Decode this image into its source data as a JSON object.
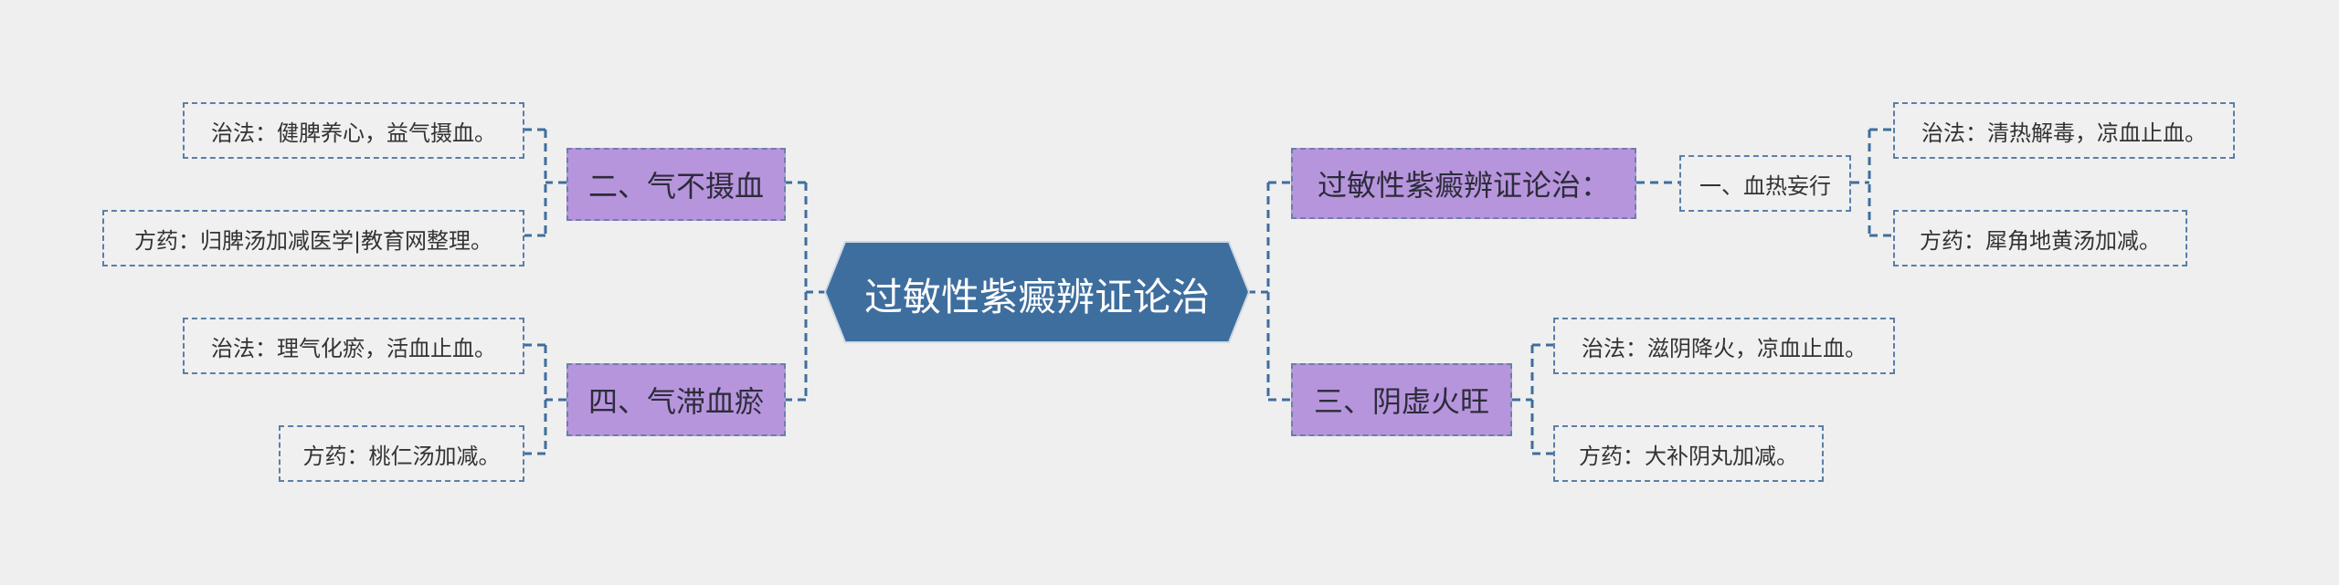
{
  "root": {
    "label": "过敏性紫癜辨证论治"
  },
  "branches": {
    "b1": {
      "label": "过敏性紫癜辨证论治：",
      "sub": "一、血热妄行",
      "leaves": [
        "治法：清热解毒，凉血止血。",
        "方药：犀角地黄汤加减。"
      ]
    },
    "b2": {
      "label": "二、气不摄血",
      "leaves": [
        "治法：健脾养心，益气摄血。",
        "方药：归脾汤加减医学|教育网整理。"
      ]
    },
    "b3": {
      "label": "三、阴虚火旺",
      "leaves": [
        "治法：滋阴降火，凉血止血。",
        "方药：大补阴丸加减。"
      ]
    },
    "b4": {
      "label": "四、气滞血瘀",
      "leaves": [
        "治法：理气化瘀，活血止血。",
        "方药：桃仁汤加减。"
      ]
    }
  },
  "colors": {
    "background": "#efefef",
    "root_fill": "#3e6e9e",
    "branch_fill": "#b795dd",
    "leaf_fill": "#f0f0f0",
    "connector": "#3e6e9e"
  }
}
